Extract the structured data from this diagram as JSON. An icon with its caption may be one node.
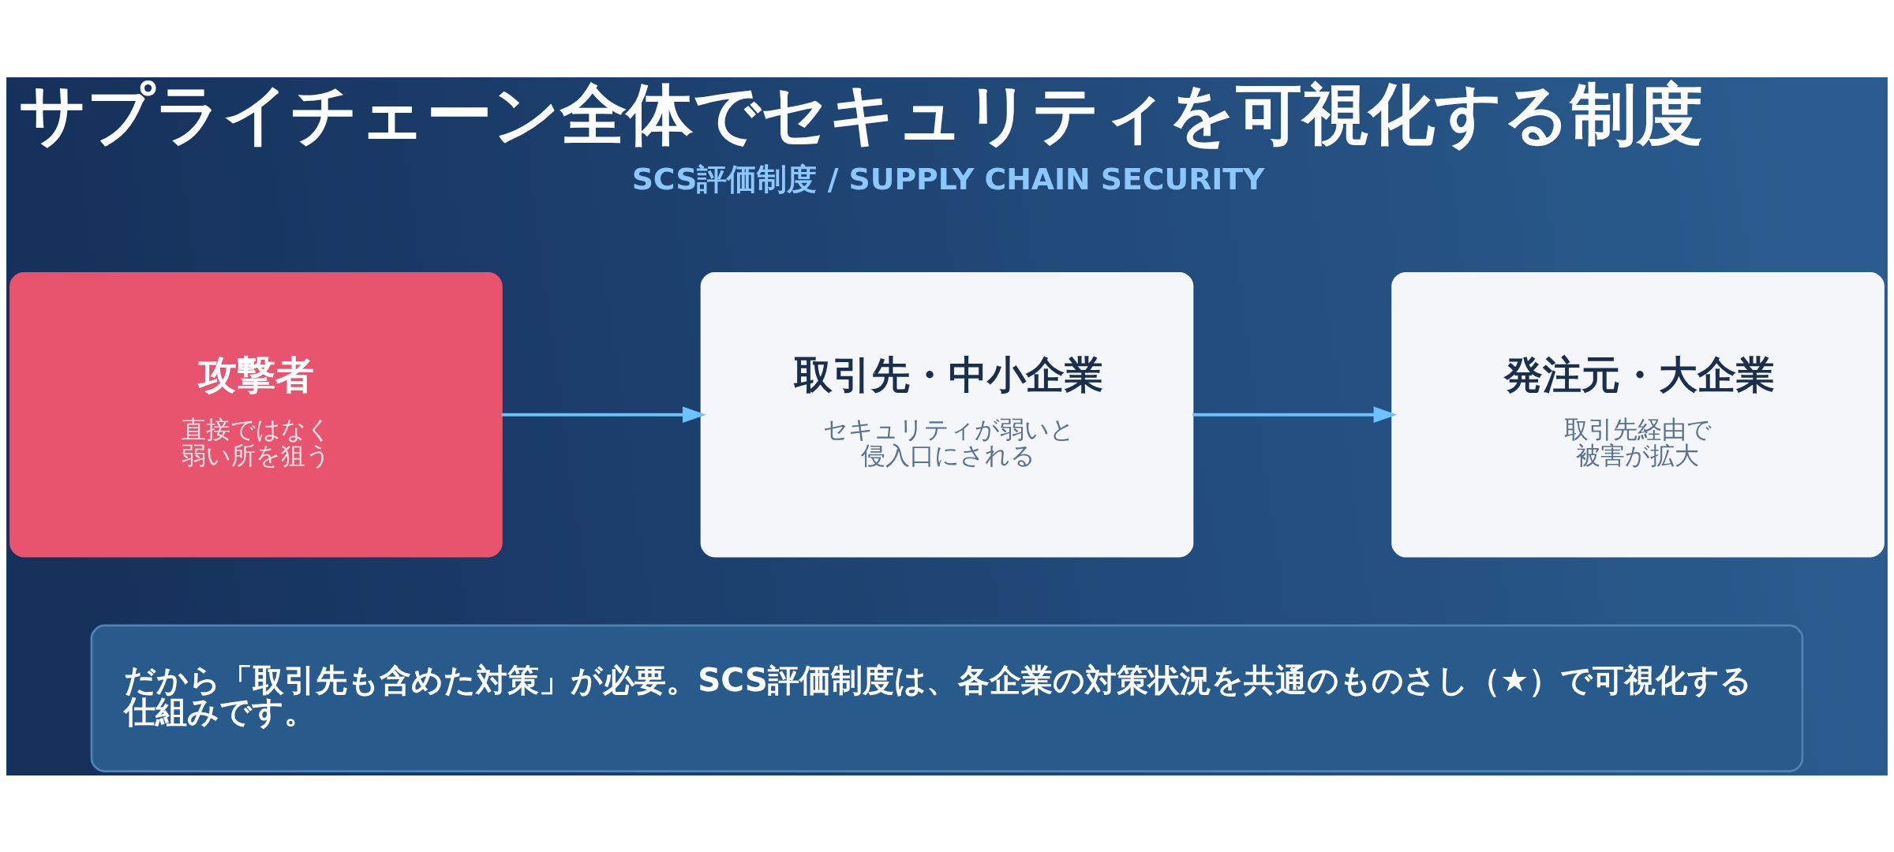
{
  "diagram": {
    "title": "サプライチェーン全体でセキュリティを可視化する制度",
    "nodes": [
      {
        "text": [
          "攻撃者",
          "直接ではなく弱い所を狙う"
        ]
      },
      {
        "text": [
          "取引先・中小企業",
          "セキュリティが弱いと侵入口にされる"
        ]
      },
      {
        "text": [
          "発注元・大企業",
          "取引先経由で被害が拡大"
        ]
      },
      {
        "text": [
          "だから「取引先も含めた対策」が必要。SCS評価制度は、各企業の対策状況を共通のものさし（★）で可視化する仕組みです。"
        ]
      }
    ],
    "edges": [
      {
        "from": 0,
        "to": 1,
        "arrow": "to"
      },
      {
        "from": 1,
        "to": 2,
        "arrow": "to"
      }
    ],
    "labels": [
      "SCS評価制度 / SUPPLY CHAIN SECURITY"
    ]
  }
}
